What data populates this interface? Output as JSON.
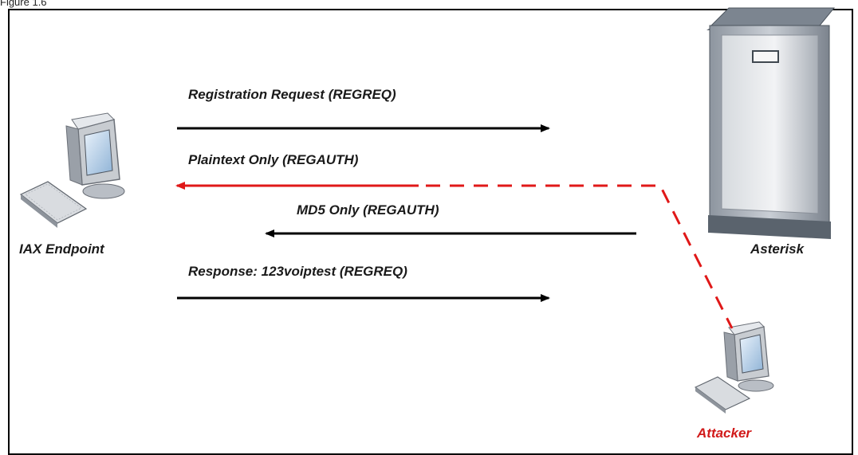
{
  "figure": {
    "caption": "Figure 1.6"
  },
  "nodes": {
    "endpoint": "IAX Endpoint",
    "server": "Asterisk",
    "attacker": "Attacker"
  },
  "messages": [
    {
      "label": "Registration Request (REGREQ)",
      "direction": "right"
    },
    {
      "label": "Plaintext Only (REGAUTH)",
      "direction": "left",
      "color": "#e01818"
    },
    {
      "label": "MD5 Only (REGAUTH)",
      "direction": "left"
    },
    {
      "label": "Response: 123voiptest (REGREQ)",
      "direction": "right"
    }
  ],
  "colors": {
    "attack_path": "#e01818",
    "arrow": "#000000"
  }
}
